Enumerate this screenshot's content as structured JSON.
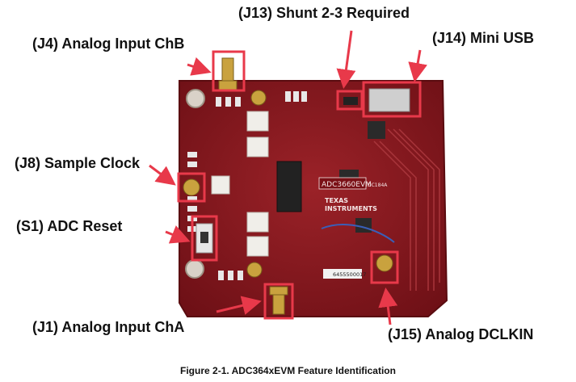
{
  "labels": {
    "j13": "(J13) Shunt 2-3 Required",
    "j4": "(J4) Analog Input ChB",
    "j14": "(J14) Mini USB",
    "j8": "(J8) Sample Clock",
    "s1": "(S1) ADC Reset",
    "j1": "(J1) Analog Input ChA",
    "j15": "(J15) Analog DCLKIN"
  },
  "board": {
    "model": "ADC3660EVM",
    "code": "DC184A",
    "brand_line1": "TEXAS",
    "brand_line2": "INSTRUMENTS",
    "serial": "6455500017"
  },
  "caption": "Figure 2-1. ADC364xEVM Feature Identification",
  "colors": {
    "board": "#8b1a1f",
    "highlight": "#e8394a",
    "arrow": "#e8394a"
  }
}
